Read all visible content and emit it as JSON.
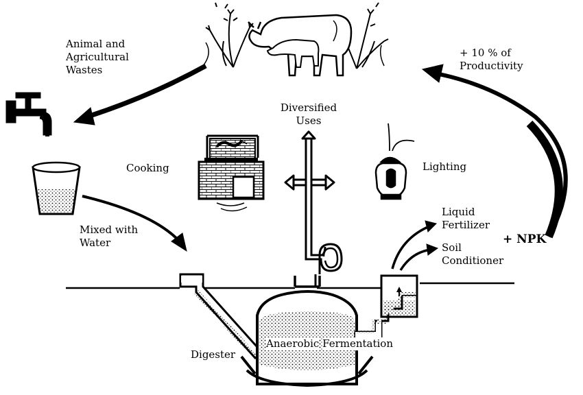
{
  "labels": {
    "animal_wastes": [
      "Animal and",
      "Agricultural",
      "Wastes"
    ],
    "productivity": [
      "+ 10 % of",
      "Productivity"
    ],
    "diversified_uses": [
      "Diversified",
      "Uses"
    ],
    "cooking": "Cooking",
    "lighting": "Lighting",
    "mixed_with_water": [
      "Mixed with",
      "Water"
    ],
    "liquid_fertilizer": [
      "Liquid",
      "Fertilizer"
    ],
    "soil_conditioner": [
      "Soil",
      "Conditioner"
    ],
    "npk": "+ NPK",
    "digester": "Digester",
    "anaerobic_fermentation": [
      "Anaerobic",
      "Fermentation"
    ]
  },
  "colors": {
    "ink": "#000000",
    "paper": "#ffffff"
  },
  "icons": [
    "plants-icon",
    "cow-icon",
    "calf-icon",
    "water-tap-icon",
    "bucket-icon",
    "cooking-stove-icon",
    "lantern-icon"
  ]
}
